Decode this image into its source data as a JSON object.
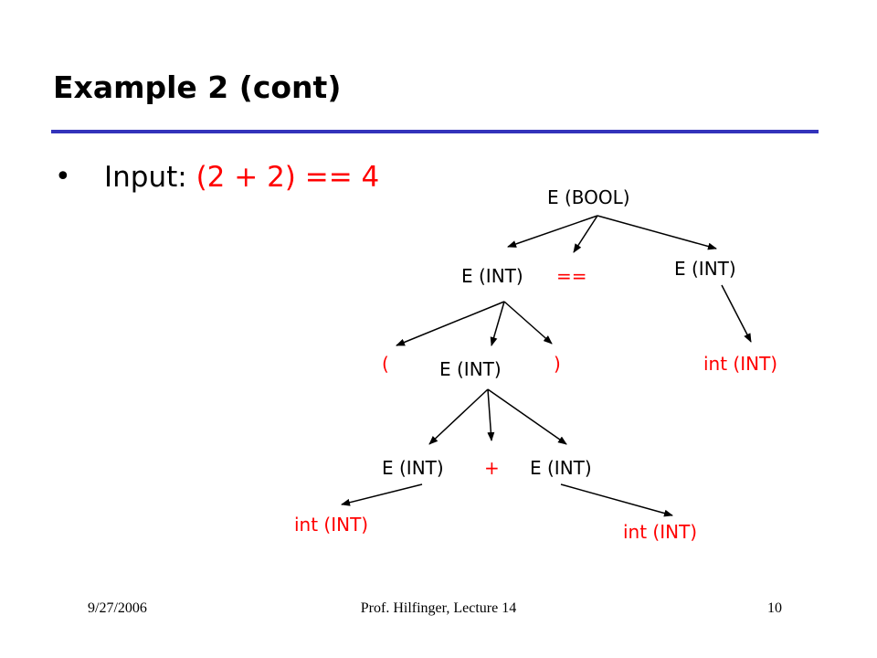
{
  "title": "Example 2 (cont)",
  "bullet": {
    "label": "Input:",
    "expr": "(2 + 2) == 4"
  },
  "tree": {
    "root": "E (BOOL)",
    "left": "E (INT)",
    "eq": "==",
    "right": "E (INT)",
    "right_leaf": "int (INT)",
    "lparen": "(",
    "mid": "E (INT)",
    "rparen": ")",
    "add_left": "E (INT)",
    "plus": "+",
    "add_right": "E (INT)",
    "leaf_left": "int (INT)",
    "leaf_right": "int (INT)"
  },
  "colors": {
    "accent_red": "#ff0000",
    "rule_blue": "#3333bb"
  },
  "footer": {
    "date": "9/27/2006",
    "center": "Prof. Hilfinger, Lecture 14",
    "page": "10"
  }
}
